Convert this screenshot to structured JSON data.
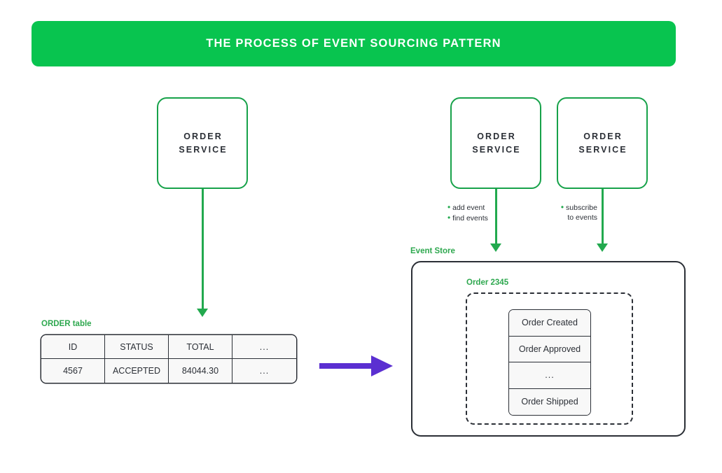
{
  "banner": {
    "title": "THE PROCESS OF EVENT SOURCING PATTERN",
    "background_color": "#08c44f",
    "text_color": "#ffffff"
  },
  "colors": {
    "brand_green": "#08c44f",
    "line_green": "#22a94e",
    "label_green": "#2ea84f",
    "box_border_green": "#17a24a",
    "ink": "#2b2f36",
    "purple_arrow": "#5b2fd1",
    "cell_fill": "#f8f8f8",
    "background": "#ffffff"
  },
  "services": {
    "left": {
      "line1": "ORDER",
      "line2": "SERVICE"
    },
    "middle": {
      "line1": "ORDER",
      "line2": "SERVICE"
    },
    "right": {
      "line1": "ORDER",
      "line2": "SERVICE"
    }
  },
  "annotations": {
    "left": {
      "bullet": "•",
      "line1": "add event",
      "line2": "find events"
    },
    "right": {
      "bullet": "•",
      "line1": "subscribe",
      "line2": "to events"
    }
  },
  "order_table": {
    "label": "ORDER table",
    "columns": [
      "ID",
      "STATUS",
      "TOTAL",
      "..."
    ],
    "rows": [
      [
        "4567",
        "ACCEPTED",
        "84044.30",
        "..."
      ]
    ]
  },
  "event_store": {
    "label": "Event Store",
    "stream_label": "Order 2345",
    "events": [
      "Order Created",
      "Order Approved",
      "...",
      "Order Shipped"
    ]
  },
  "icons": {
    "arrow_down": "arrow-down-icon",
    "arrow_right": "arrow-right-icon",
    "bullet": "bullet-icon"
  }
}
